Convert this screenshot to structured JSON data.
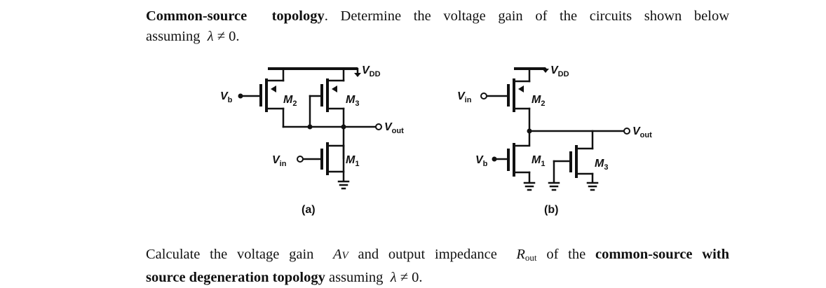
{
  "problem1": {
    "heading": "Common-source",
    "heading2": "topology",
    "text_line1": ". Determine the voltage gain of the circuits shown below",
    "text_line2a": "assuming",
    "lambda": "λ",
    "neq": "≠ 0."
  },
  "circuit_a": {
    "vdd": "V",
    "vdd_sub": "DD",
    "vb": "V",
    "vb_sub": "b",
    "vin": "V",
    "vin_sub": "in",
    "vout": "V",
    "vout_sub": "out",
    "m1": "M",
    "m1_sub": "1",
    "m2": "M",
    "m2_sub": "2",
    "m3": "M",
    "m3_sub": "3",
    "caption": "(a)"
  },
  "circuit_b": {
    "vdd": "V",
    "vdd_sub": "DD",
    "vb": "V",
    "vb_sub": "b",
    "vin": "V",
    "vin_sub": "in",
    "vout": "V",
    "vout_sub": "out",
    "m1": "M",
    "m1_sub": "1",
    "m2": "M",
    "m2_sub": "2",
    "m3": "M",
    "m3_sub": "3",
    "caption": "(b)"
  },
  "problem2": {
    "text_a": "Calculate the voltage gain",
    "av": "A",
    "av_sub": "V",
    "text_b": "and output impedance",
    "rout": "R",
    "rout_sub": "out",
    "text_c": "of the",
    "bold1": "common-source with",
    "bold2": "source degeneration topology",
    "text_d": "assuming",
    "lambda": "λ",
    "neq": "≠ 0."
  }
}
